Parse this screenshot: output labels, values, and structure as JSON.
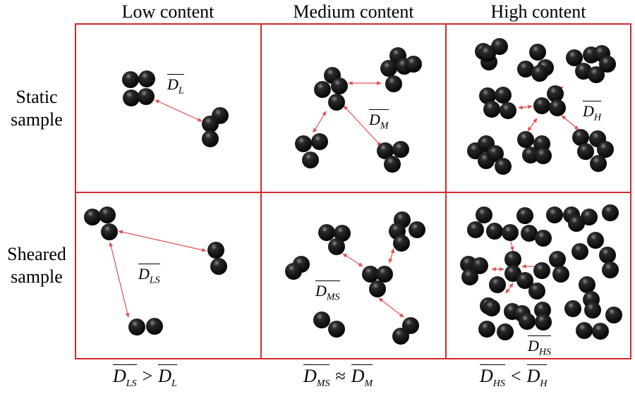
{
  "columns": [
    "Low content",
    "Medium content",
    "High content"
  ],
  "rows": [
    {
      "line1": "Static",
      "line2": "sample"
    },
    {
      "line1": "Sheared",
      "line2": "sample"
    }
  ],
  "panel_labels": {
    "low_static": {
      "main": "D",
      "sub": "L"
    },
    "med_static": {
      "main": "D",
      "sub": "M"
    },
    "high_static": {
      "main": "D",
      "sub": "H"
    },
    "low_sheared": {
      "main": "D",
      "sub": "LS"
    },
    "med_sheared": {
      "main": "D",
      "sub": "MS"
    },
    "high_sheared": {
      "main": "D",
      "sub": "HS"
    }
  },
  "relations": [
    {
      "left": {
        "main": "D",
        "sub": "LS"
      },
      "op": ">",
      "right": {
        "main": "D",
        "sub": "L"
      }
    },
    {
      "left": {
        "main": "D",
        "sub": "MS"
      },
      "op": "≈",
      "right": {
        "main": "D",
        "sub": "M"
      }
    },
    {
      "left": {
        "main": "D",
        "sub": "HS"
      },
      "op": "<",
      "right": {
        "main": "D",
        "sub": "H"
      }
    }
  ],
  "colors": {
    "frame": "#d42a2a",
    "arrow": "#e05050",
    "particle": "#111111"
  }
}
